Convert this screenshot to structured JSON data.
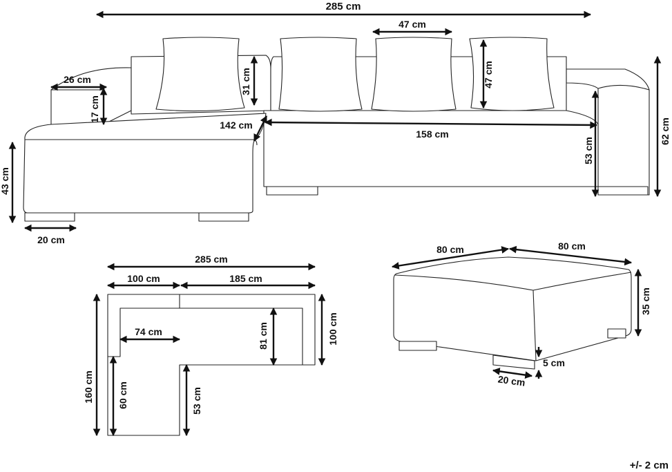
{
  "dimensions": {
    "total_width": "285 cm",
    "cushion_width": "47 cm",
    "armrest_depth": "26 cm",
    "armrest_height": "17 cm",
    "backrest_height": "31 cm",
    "cushion_height": "47 cm",
    "diagonal_depth": "142 cm",
    "seat_width": "158 cm",
    "seat_height": "53 cm",
    "total_height": "62 cm",
    "chaise_height": "43 cm",
    "leg_width": "20 cm",
    "plan_total_width": "285 cm",
    "plan_chaise_width": "100 cm",
    "plan_main_width": "185 cm",
    "plan_chaise_inner": "74 cm",
    "plan_seat_depth": "81 cm",
    "plan_main_depth": "100 cm",
    "plan_total_depth": "160 cm",
    "plan_chaise_inner_depth": "60 cm",
    "plan_chaise_extension": "53 cm",
    "ottoman_width": "80 cm",
    "ottoman_depth": "80 cm",
    "ottoman_height": "35 cm",
    "ottoman_leg_height": "5 cm",
    "ottoman_leg_width": "20 cm"
  },
  "tolerance": "+/- 2 cm"
}
